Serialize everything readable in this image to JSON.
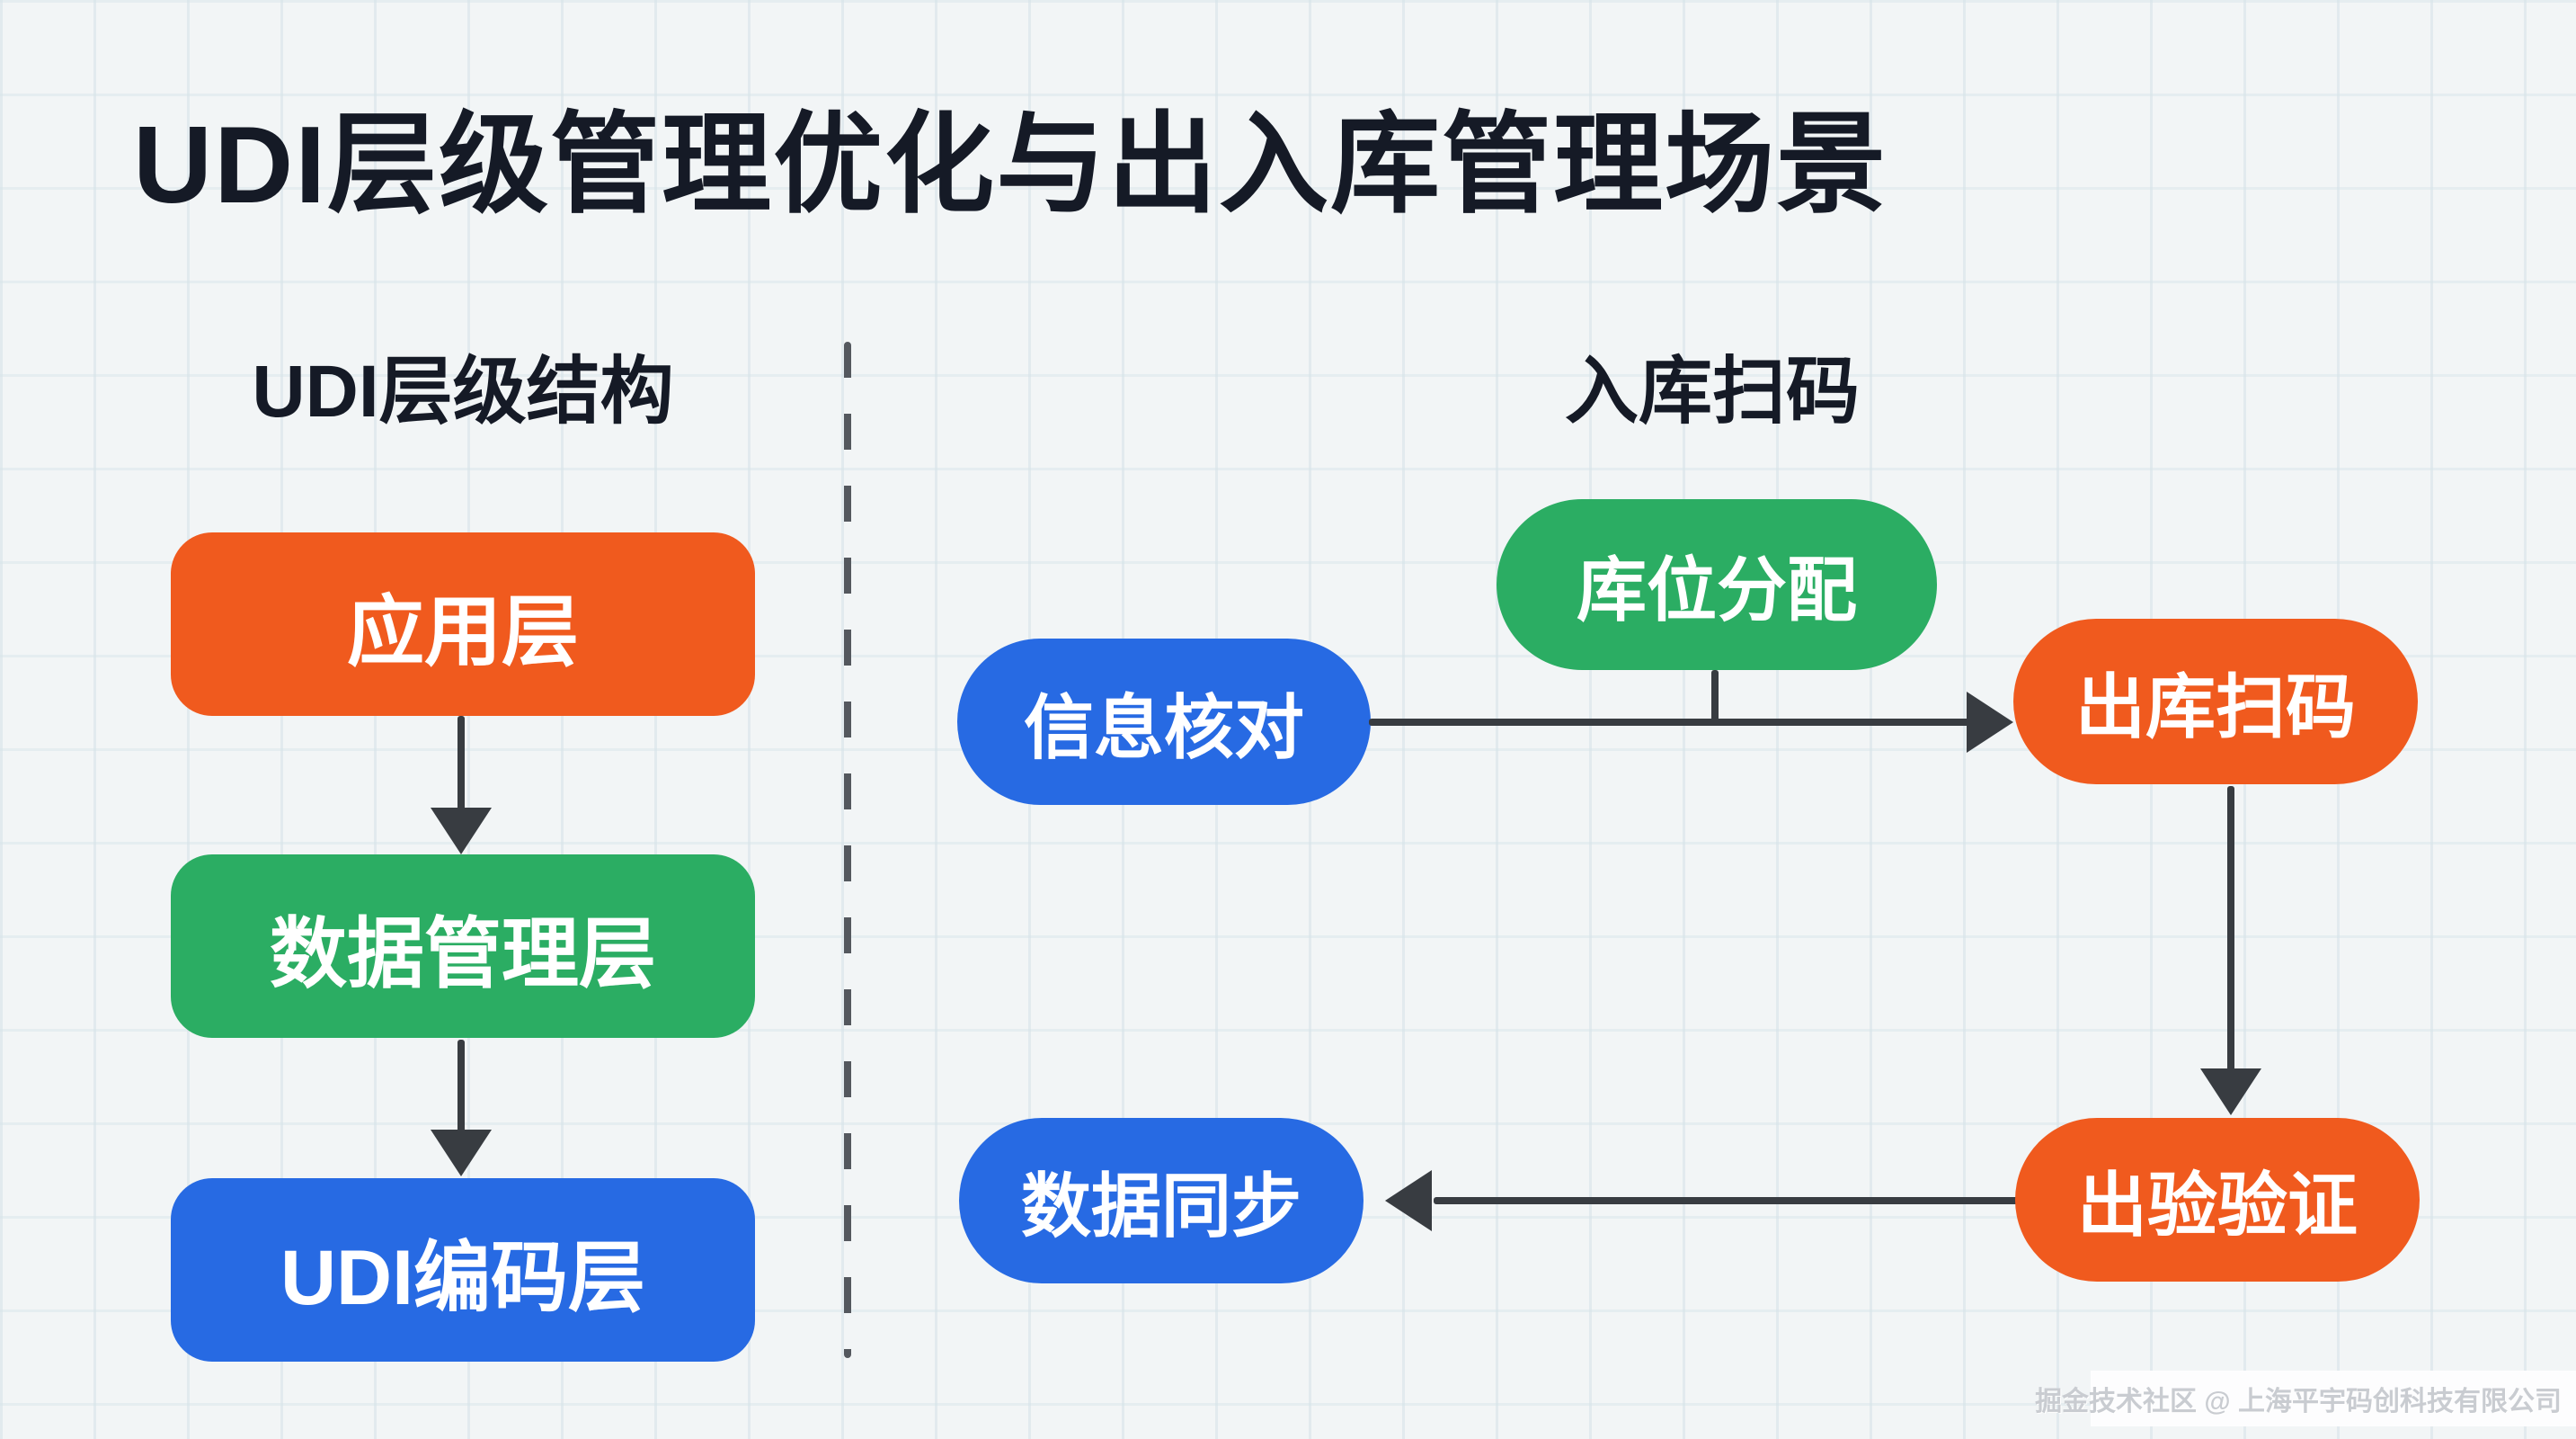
{
  "title": "UDI层级管理优化与出入库管理场景",
  "colors": {
    "background": "#f2f5f6",
    "grid_line": "#d5e2e8",
    "title_text": "#151a26",
    "orange": "#f05a1e",
    "green": "#2bad63",
    "blue": "#276ae3",
    "arrow": "#383c41",
    "divider": "#54585e",
    "node_text": "#ffffff",
    "watermark_text": "#c9ccd1"
  },
  "left_section": {
    "heading": "UDI层级结构",
    "nodes": [
      {
        "label": "应用层",
        "color": "#f05a1e"
      },
      {
        "label": "数据管理层",
        "color": "#2bad63"
      },
      {
        "label": "UDI编码层",
        "color": "#276ae3"
      }
    ],
    "flow": [
      "应用层 → 数据管理层",
      "数据管理层 → UDI编码层"
    ]
  },
  "right_section": {
    "heading": "入库扫码",
    "nodes": [
      {
        "label": "库位分配",
        "color": "#2bad63"
      },
      {
        "label": "信息核对",
        "color": "#276ae3"
      },
      {
        "label": "出库扫码",
        "color": "#f05a1e"
      },
      {
        "label": "数据同步",
        "color": "#276ae3"
      },
      {
        "label": "出验验证",
        "color": "#f05a1e"
      }
    ],
    "flow": [
      "信息核对 → 出库扫码",
      "库位分配 → (汇入) 出库扫码",
      "出库扫码 → 出验验证",
      "出验验证 → 数据同步"
    ]
  },
  "watermark": "掘金技术社区 @ 上海平宇码创科技有限公司"
}
